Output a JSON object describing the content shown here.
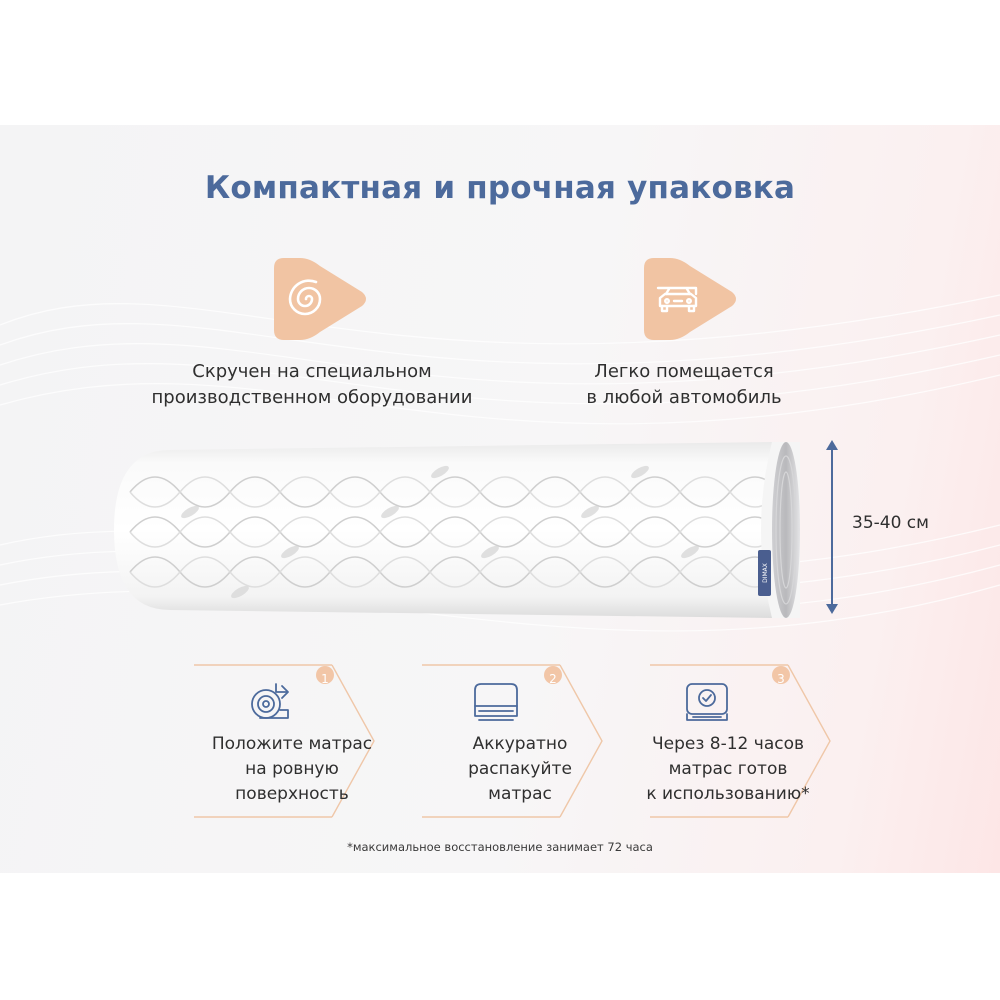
{
  "title": "Компактная и прочная упаковка",
  "features": [
    {
      "lines": [
        "Скручен на специальном",
        "производственном оборудовании"
      ],
      "icon": "spiral-icon"
    },
    {
      "lines": [
        "Легко помещается",
        "в любой автомобиль"
      ],
      "icon": "car-icon"
    }
  ],
  "product": {
    "label": "DIMAX",
    "dimension": "35-40 см"
  },
  "steps": [
    {
      "number": "1",
      "lines": [
        "Положите матрас",
        "на ровную",
        "поверхность"
      ],
      "icon": "unroll-mattress-icon"
    },
    {
      "number": "2",
      "lines": [
        "Аккуратно",
        "распакуйте",
        "матрас"
      ],
      "icon": "unpack-mattress-icon"
    },
    {
      "number": "3",
      "lines": [
        "Через 8-12 часов",
        "матрас готов",
        "к использованию*"
      ],
      "icon": "ready-mattress-icon"
    }
  ],
  "footnote": "*максимальное восстановление занимает 72 часа",
  "colors": {
    "title": "#4c6a9c",
    "accent": "#f0c4a4",
    "step_number": "#f2c6a7",
    "arrow": "#4c6a9c"
  }
}
